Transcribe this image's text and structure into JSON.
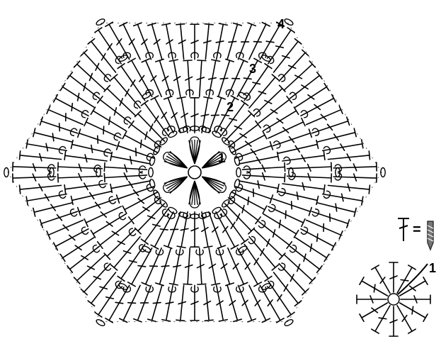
{
  "diagram": {
    "round_labels": [
      "1",
      "2",
      "3",
      "4"
    ],
    "legend": {
      "symbol_icon": "double-crochet-symbol-icon",
      "equals_text": "=",
      "hook_icon": "hook-insertion-icon",
      "detail_round_label": "1"
    },
    "colors": {
      "ink": "#000000",
      "paper": "#ffffff",
      "legend_hook": "#777777"
    }
  }
}
